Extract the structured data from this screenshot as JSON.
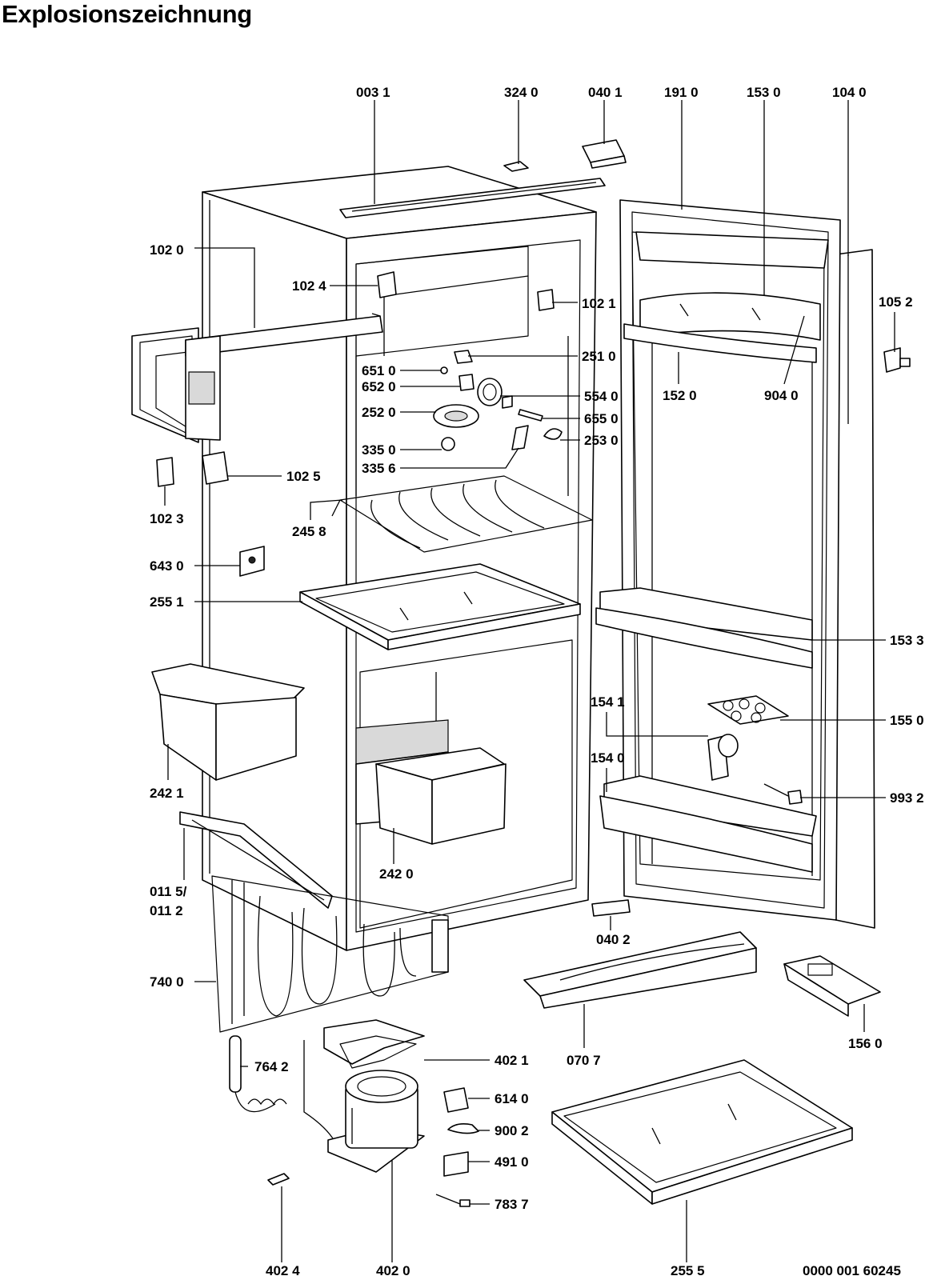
{
  "title": "Explosionszeichnung",
  "drawing_number": "0000 001 60245",
  "callouts": {
    "c0031": "003 1",
    "c3240": "324 0",
    "c0401": "040 1",
    "c1910": "191 0",
    "c1530": "153 0",
    "c1040": "104 0",
    "c1020": "102 0",
    "c1024": "102 4",
    "c1021": "102 1",
    "c1052": "105 2",
    "c2510": "251 0",
    "c6510": "651 0",
    "c6520": "652 0",
    "c5540": "554 0",
    "c1520": "152 0",
    "c9040": "904 0",
    "c2520": "252 0",
    "c6550": "655 0",
    "c2530": "253 0",
    "c3350": "335 0",
    "c3356": "335 6",
    "c1025": "102 5",
    "c1023": "102 3",
    "c2458": "245 8",
    "c6430": "643 0",
    "c2551": "255 1",
    "c1533": "153 3",
    "c1541": "154 1",
    "c1550": "155 0",
    "c1540": "154 0",
    "c2421": "242 1",
    "c9932": "993 2",
    "c0115": "011 5/",
    "c0112": "011 2",
    "c2420": "242 0",
    "c0402": "040 2",
    "c7400": "740 0",
    "c1560": "156 0",
    "c7642": "764 2",
    "c4021": "402 1",
    "c0707": "070 7",
    "c6140": "614 0",
    "c9002": "900 2",
    "c4910": "491 0",
    "c7837": "783 7",
    "c4024": "402 4",
    "c4020": "402 0",
    "c2555": "255 5"
  }
}
